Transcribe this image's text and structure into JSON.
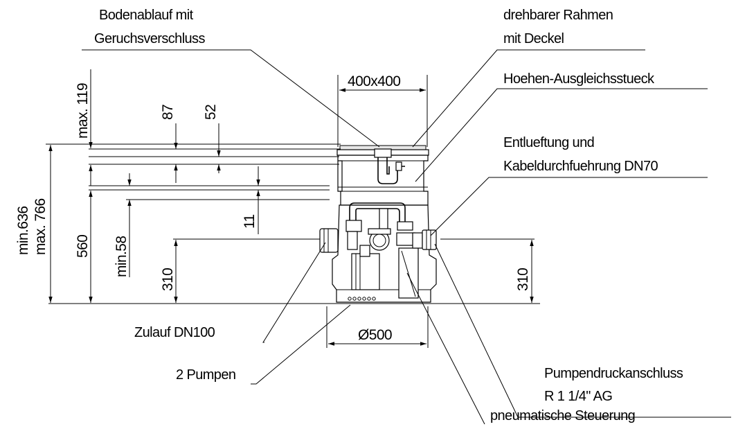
{
  "callouts": {
    "floor_drain_line1": "Bodenablauf mit",
    "floor_drain_line2": "Geruchsverschluss",
    "frame_line1": "drehbarer Rahmen",
    "frame_line2": "mit Deckel",
    "height_adapter": "Hoehen-Ausgleichsstueck",
    "vent_line1": "Entlueftung und",
    "vent_line2": "Kabeldurchfuehrung DN70",
    "inlet": "Zulauf DN100",
    "pumps": "2 Pumpen",
    "pressure_line1": "Pumpendruckanschluss",
    "pressure_line2": "R 1 1/4\" AG",
    "control": "pneumatische Steuerung"
  },
  "dimensions": {
    "cover_size": "400x400",
    "diameter": "Ø500",
    "max_119": "max. 119",
    "d87": "87",
    "d52": "52",
    "d11": "11",
    "total_min": "min.636",
    "total_max": "max. 766",
    "h560": "560",
    "min58": "min.58",
    "h310_left": "310",
    "h310_right": "310"
  }
}
